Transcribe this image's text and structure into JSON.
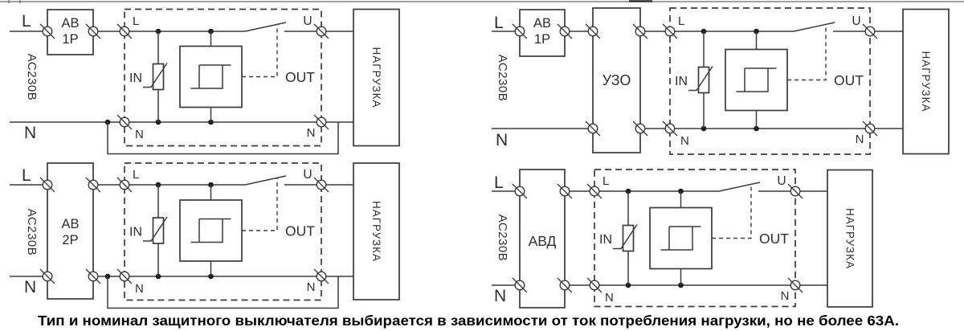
{
  "caption": "Тип и номинал защитного выключателя выбирается в зависимости от ток потребления нагрузки, но не более 63А.",
  "diagrams": [
    {
      "name": "single-pole-breaker-scheme",
      "phase_label": "L",
      "neutral_label": "N",
      "source_voltage": "АС230В",
      "breaker": {
        "line1": "АВ",
        "line2": "1Р"
      },
      "device": {
        "in_l": "L",
        "in_n": "N",
        "in_label": "IN",
        "out_label": "OUT",
        "out_u": "U",
        "out_n": "N"
      },
      "load_label": "НАГРУЗКА"
    },
    {
      "name": "breaker-with-rcd-scheme",
      "phase_label": "L",
      "neutral_label": "N",
      "source_voltage": "АС230В",
      "breaker": {
        "line1": "АВ",
        "line2": "1Р"
      },
      "rcd_label": "УЗО",
      "device": {
        "in_l": "L",
        "in_n": "N",
        "in_label": "IN",
        "out_label": "OUT",
        "out_u": "U",
        "out_n": "N"
      },
      "load_label": "НАГРУЗКА"
    },
    {
      "name": "two-pole-breaker-scheme",
      "phase_label": "L",
      "neutral_label": "N",
      "source_voltage": "АС230В",
      "breaker": {
        "line1": "АВ",
        "line2": "2Р"
      },
      "device": {
        "in_l": "L",
        "in_n": "N",
        "in_label": "IN",
        "out_label": "OUT",
        "out_u": "U",
        "out_n": "N"
      },
      "load_label": "НАГРУЗКА"
    },
    {
      "name": "rcbo-scheme",
      "phase_label": "L",
      "neutral_label": "N",
      "source_voltage": "АС230В",
      "rcbo_label": "АВД",
      "device": {
        "in_l": "L",
        "in_n": "N",
        "in_label": "IN",
        "out_label": "OUT",
        "out_u": "U",
        "out_n": "N"
      },
      "load_label": "НАГРУЗКА"
    }
  ]
}
